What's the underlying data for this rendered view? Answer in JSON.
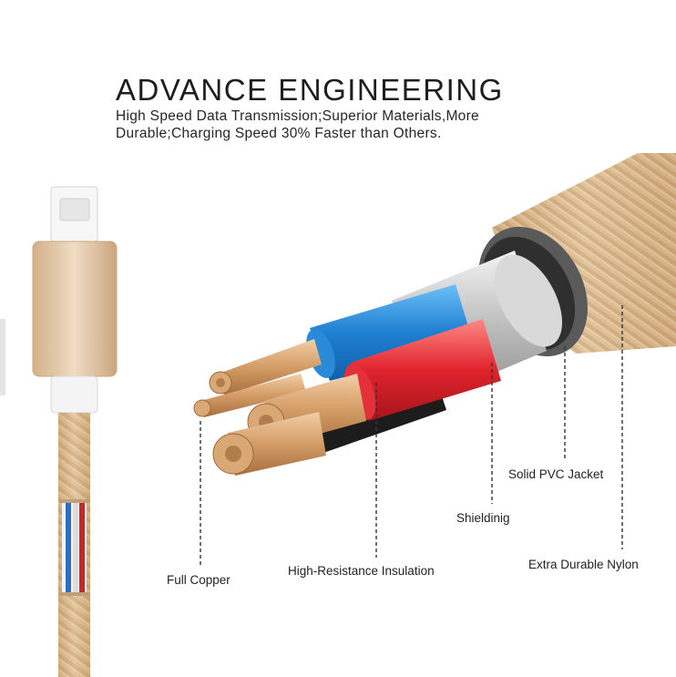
{
  "headline": "ADVANCE ENGINEERING",
  "subheadline": {
    "line1": "High Speed Data Transmission;Superior Materials,More",
    "line2": "Durable;Charging Speed 30% Faster than Others."
  },
  "callouts": {
    "full_copper": "Full Copper",
    "insulation": "High-Resistance Insulation",
    "shielding": "Shieldinig",
    "jacket": "Solid PVC Jacket",
    "nylon": "Extra Durable Nylon"
  },
  "colors": {
    "braid_gold": "#d9b98e",
    "connector_gold": "#e3c7a4",
    "wire_blue": "#1f7fd1",
    "wire_red": "#e0232c",
    "copper": "#d8a877",
    "shield_silver": "#c8c8c8"
  }
}
